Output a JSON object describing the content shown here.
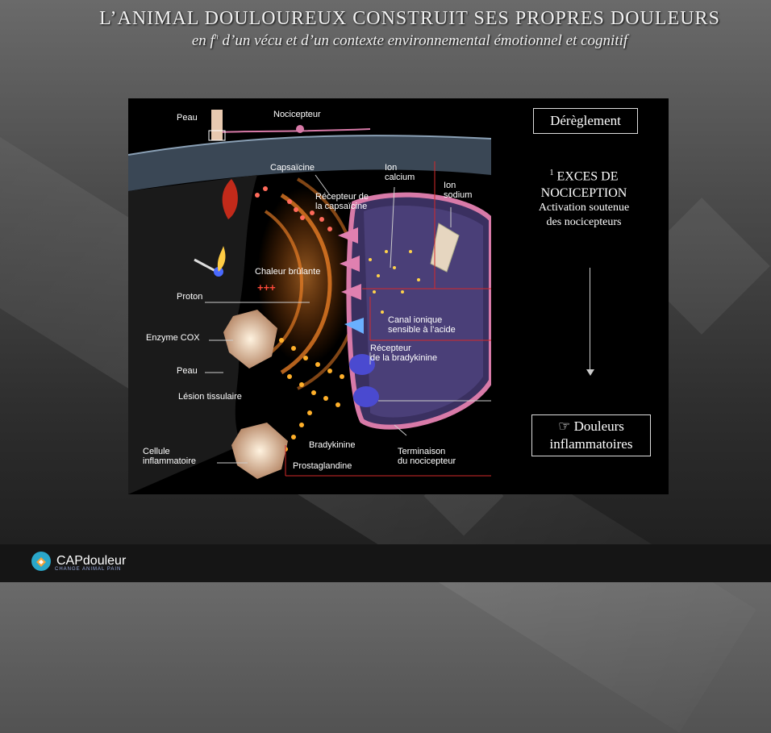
{
  "slide": {
    "title": "L’ANIMAL DOULOUREUX CONSTRUIT SES PROPRES DOULEURS",
    "subtitle_pre": "en f",
    "subtitle_sup": "n",
    "subtitle_post": " d’un vécu et d’un contexte environnemental émotionnel et cognitif"
  },
  "illustration": {
    "labels": {
      "peau_top": "Peau",
      "nocicepteur": "Nocicepteur",
      "capsaicine": "Capsaïcine",
      "ion_calcium_1": "Ion",
      "ion_calcium_2": "calcium",
      "ion_sodium_1": "Ion",
      "ion_sodium_2": "sodium",
      "recepteur_capsaicine_1": "Récepteur de",
      "recepteur_capsaicine_2": "la capsaïcine",
      "chaleur": "Chaleur brûlante",
      "proton": "Proton",
      "proton_marks": "+++",
      "canal_1": "Canal ionique",
      "canal_2": "sensible à l’acide",
      "enzyme": "Enzyme COX",
      "recepteur_brady_1": "Récepteur",
      "recepteur_brady_2": "de la bradykinine",
      "peau_mid": "Peau",
      "lesion": "Lésion tissulaire",
      "cellule_1": "Cellule",
      "cellule_2": "inflammatoire",
      "bradykinine": "Bradykinine",
      "prostaglandine": "Prostaglandine",
      "terminaison_1": "Terminaison",
      "terminaison_2": "du nocicepteur"
    }
  },
  "sidebar": {
    "box_top": "Dérèglement",
    "exces_sup": "1",
    "exces_line1": "EXCES DE",
    "exces_line2": "NOCICEPTION",
    "activation_1": "Activation soutenue",
    "activation_2": "des nocicepteurs",
    "hand_glyph": "☞",
    "douleurs": "Douleurs",
    "inflammatoires": "inflammatoires"
  },
  "footer": {
    "logo_text": "CAPdouleur",
    "logo_sub": "CHANGE ANIMAL PAIN"
  },
  "colors": {
    "accent_red": "#d42a2a",
    "membrane_pink": "#d87aa8",
    "logo_teal": "#2aa7c9"
  }
}
